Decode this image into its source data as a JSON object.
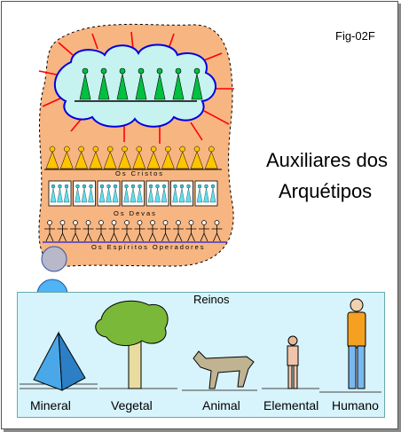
{
  "figure_label": "Fig-02F",
  "title_lines": [
    "Auxiliares dos",
    "Arquétipos"
  ],
  "hierarchy_labels": {
    "cristos": "Os Cristos",
    "devas": "Os Devas",
    "espiritos": "Os Espíritos Operadores"
  },
  "reinos": {
    "title": "Reinos",
    "kingdoms": [
      "Mineral",
      "Vegetal",
      "Animal",
      "Elemental",
      "Humano"
    ]
  },
  "colors": {
    "aura_orange": "#f7b582",
    "cloud_fill": "#c6f2f0",
    "cloud_border": "#0000e0",
    "rays": "#ff0000",
    "green_figures": "#00c040",
    "yellow_figures": "#ffc400",
    "sky_blue": "#d7f3fb",
    "gray_sphere": "#b8b8c8",
    "blue_sphere": "#4fb3f6"
  }
}
